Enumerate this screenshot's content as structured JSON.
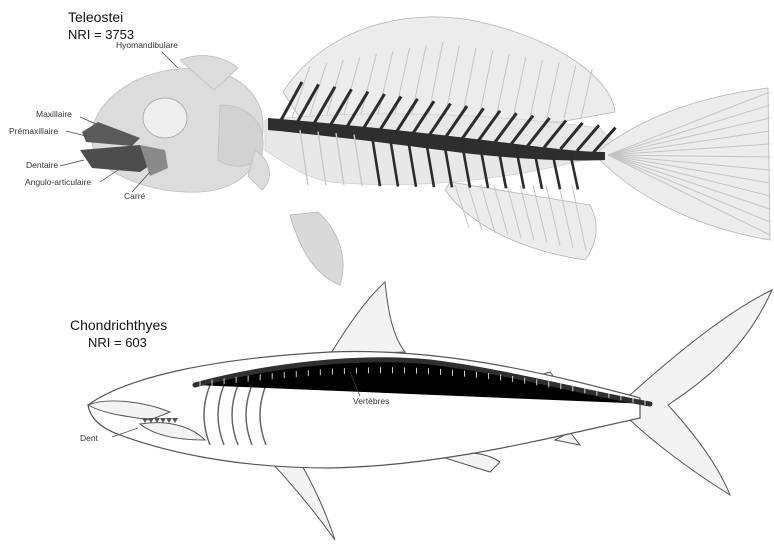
{
  "teleostei": {
    "title": "Teleostei",
    "nri": "NRI = 3753",
    "labels": {
      "hyomandibulare": "Hyomandibulare",
      "maxillaire": "Maxillaire",
      "premaxillaire": "Prémaxillaire",
      "dentaire": "Dentaire",
      "angulo_articulaire": "Angulo-articulaire",
      "carre": "Carré"
    }
  },
  "chondrichthyes": {
    "title": "Chondrichthyes",
    "nri": "NRI = 603",
    "labels": {
      "vertebres": "Vertèbres",
      "dent": "Dent"
    }
  }
}
